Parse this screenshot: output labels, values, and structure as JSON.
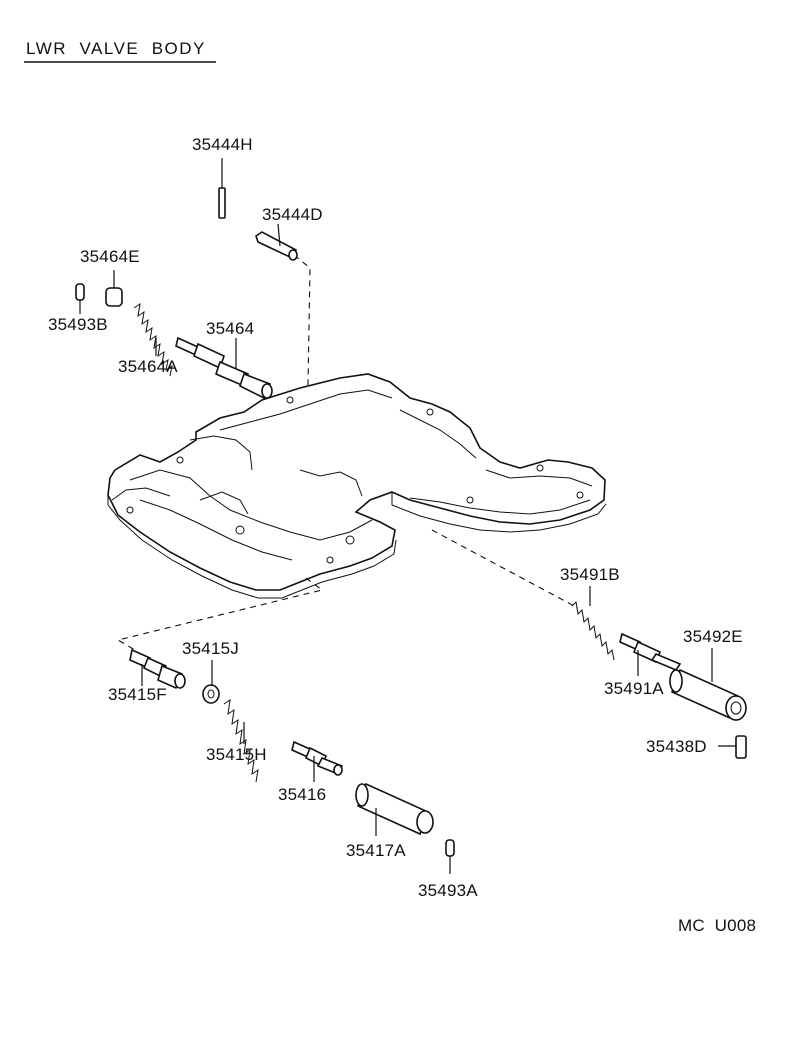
{
  "title": "LWR  VALVE  BODY",
  "diagram_code": "MC  U008",
  "parts": {
    "p35444H": "35444H",
    "p35444D": "35444D",
    "p35464E": "35464E",
    "p35493B": "35493B",
    "p35464": "35464",
    "p35464A": "35464A",
    "p35491B": "35491B",
    "p35492E": "35492E",
    "p35491A": "35491A",
    "p35438D": "35438D",
    "p35415J": "35415J",
    "p35415F": "35415F",
    "p35415H": "35415H",
    "p35416": "35416",
    "p35417A": "35417A",
    "p35493A": "35493A"
  }
}
